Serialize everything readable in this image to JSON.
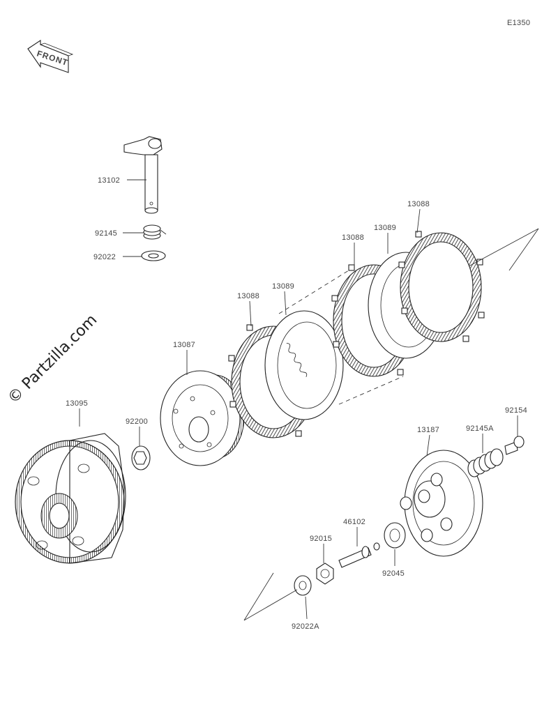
{
  "diagram_code": "E1350",
  "front_label": "FRONT",
  "watermark": "© Partzilla.com",
  "parts": [
    {
      "id": "13102"
    },
    {
      "id": "92145"
    },
    {
      "id": "92022"
    },
    {
      "id": "13088"
    },
    {
      "id": "13089"
    },
    {
      "id": "13088"
    },
    {
      "id": "13089"
    },
    {
      "id": "13088"
    },
    {
      "id": "13087"
    },
    {
      "id": "13095"
    },
    {
      "id": "92200"
    },
    {
      "id": "92154"
    },
    {
      "id": "13187"
    },
    {
      "id": "92145A"
    },
    {
      "id": "46102"
    },
    {
      "id": "92015"
    },
    {
      "id": "92045"
    },
    {
      "id": "92022A"
    }
  ]
}
